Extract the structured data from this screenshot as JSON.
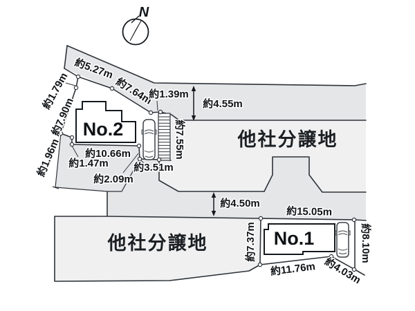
{
  "compass": {
    "north_label": "N"
  },
  "lots": {
    "lot2": {
      "name": "No.2"
    },
    "lot1": {
      "name": "No.1"
    }
  },
  "regions": {
    "upper_subdivision_label": "他社分譲地",
    "lower_subdivision_label": "他社分譲地"
  },
  "dims": {
    "d527": "約5.27m",
    "d764": "約7.64m",
    "d139": "約1.39m",
    "d455": "約4.55m",
    "d755": "約7.55m",
    "d179": "約1.79m",
    "d790": "約7.90m",
    "d196": "約1.96m",
    "d1066": "約10.66m",
    "d147": "約1.47m",
    "d209": "約2.09m",
    "d351": "約3.51m",
    "d450": "約4.50m",
    "d1505": "約15.05m",
    "d737": "約7.37m",
    "d810": "約8.10m",
    "d1176": "約11.76m",
    "d403": "約4.03m"
  },
  "colors": {
    "road_fill": "#e4e6e8",
    "subdivision_fill": "#f0f0f1",
    "line": "#2e3338",
    "building_line": "#14181c"
  }
}
